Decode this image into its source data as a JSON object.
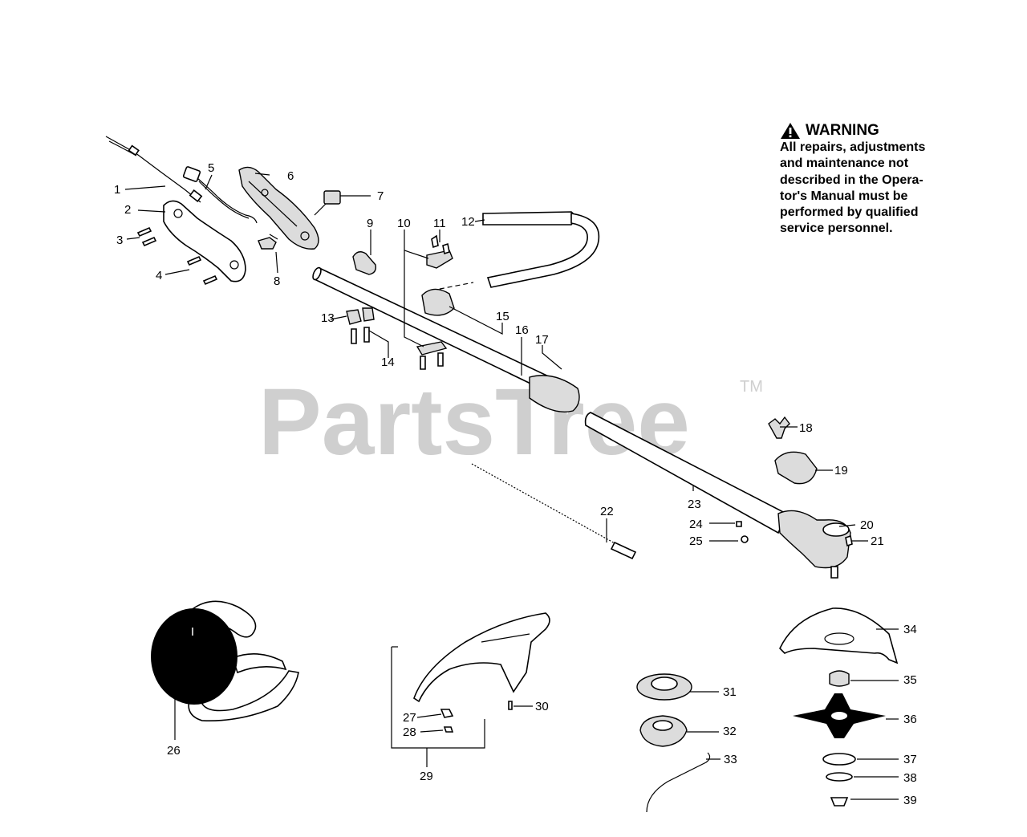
{
  "watermark": {
    "text": "PartsTree",
    "trademark": "TM"
  },
  "warning": {
    "title": "WARNING",
    "lines": [
      "All repairs, adjustments",
      "and maintenance not",
      "described in the Opera-",
      "tor's Manual must be",
      "performed by qualified",
      "service personnel."
    ]
  },
  "labels": [
    "1",
    "2",
    "3",
    "4",
    "5",
    "6",
    "7",
    "8",
    "9",
    "10",
    "11",
    "12",
    "13",
    "14",
    "15",
    "16",
    "17",
    "18",
    "19",
    "20",
    "21",
    "22",
    "23",
    "24",
    "25",
    "26",
    "27",
    "28",
    "29",
    "30",
    "31",
    "32",
    "33",
    "34",
    "35",
    "36",
    "37",
    "38",
    "39"
  ]
}
